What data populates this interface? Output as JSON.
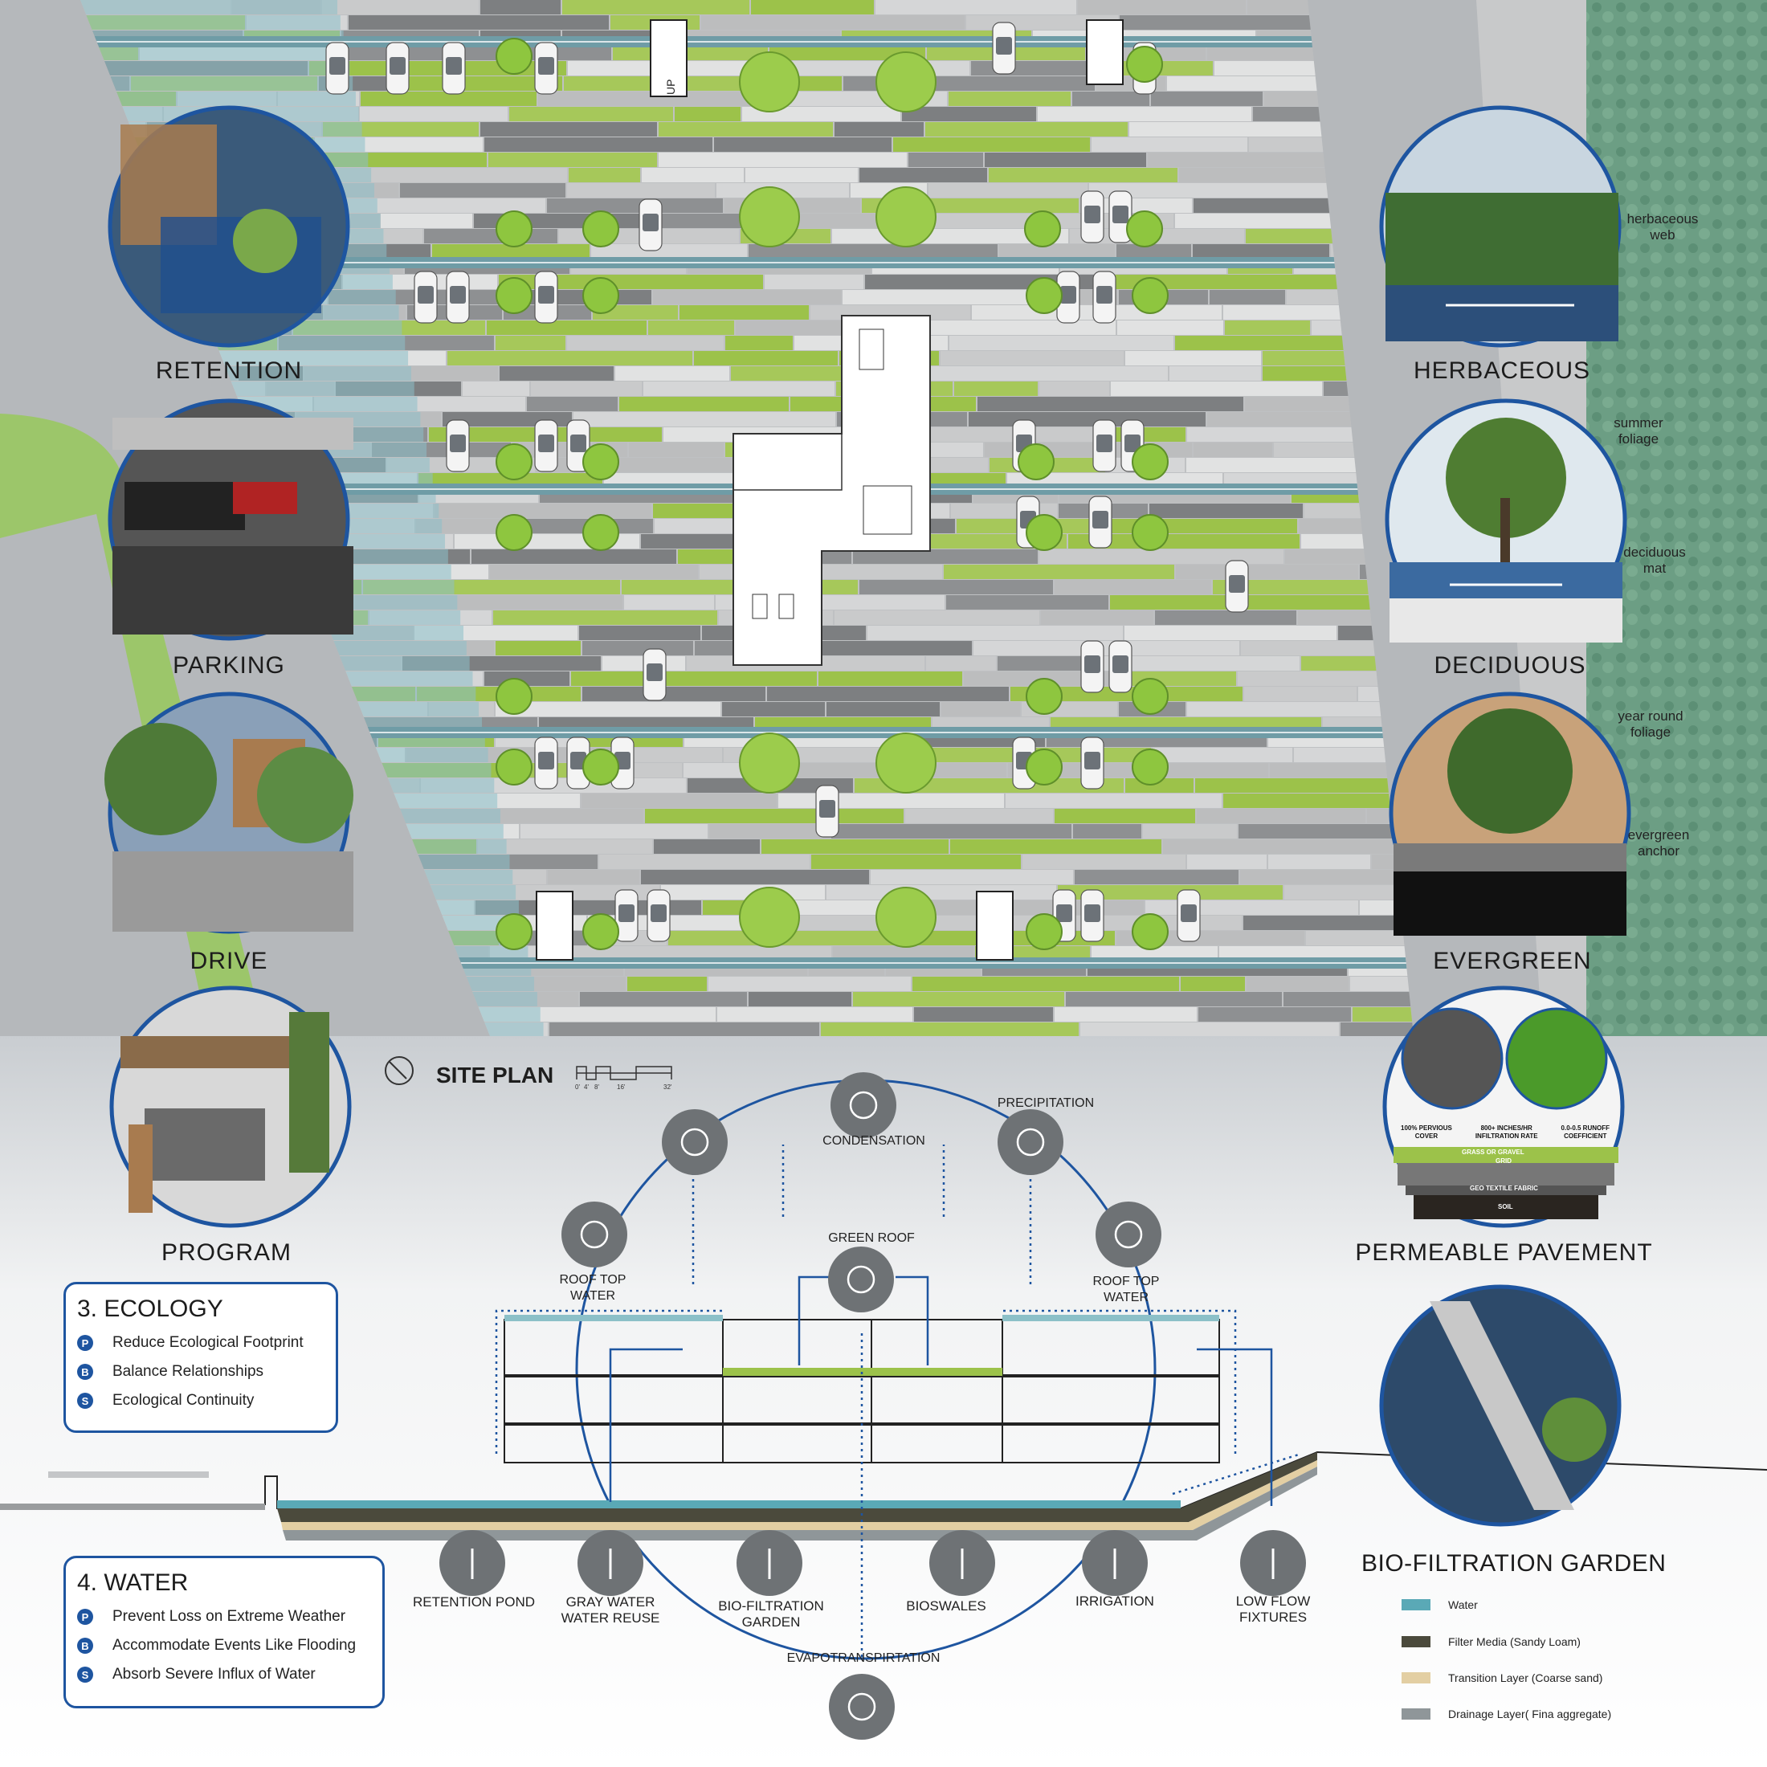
{
  "site_plan": {
    "title": "SITE PLAN",
    "scale_labels": [
      "0'",
      "4'",
      "8'",
      "16'",
      "32'"
    ],
    "stair_label": "UP"
  },
  "left_captions": [
    "RETENTION",
    "PARKING",
    "DRIVE",
    "PROGRAM"
  ],
  "right_captions": [
    "HERBACEOUS",
    "DECIDUOUS",
    "EVERGREEN",
    "PERMEABLE PAVEMENT"
  ],
  "herbaceous": {
    "label": [
      "herbaceous",
      "web"
    ]
  },
  "deciduous": {
    "labels": [
      [
        "summer",
        "foliage"
      ],
      [
        "deciduous",
        "mat"
      ]
    ]
  },
  "evergreen": {
    "labels": [
      [
        "year round",
        "foliage"
      ],
      [
        "evergreen",
        "anchor"
      ]
    ]
  },
  "pavement": {
    "stats": [
      [
        "100% PERVIOUS",
        "COVER"
      ],
      [
        "800+ INCHES/HR",
        "INFILTRATION RATE"
      ],
      [
        "0.0-0.5 RUNOFF",
        "COEFFICIENT"
      ]
    ],
    "layers": [
      "GRASS OR GRAVEL",
      "GRID",
      "GEO TEXTILE FABRIC",
      "SOIL"
    ]
  },
  "ecology": {
    "title": "3. ECOLOGY",
    "items": [
      {
        "badge": "P",
        "text": "Reduce Ecological Footprint"
      },
      {
        "badge": "B",
        "text": "Balance Relationships"
      },
      {
        "badge": "S",
        "text": "Ecological Continuity"
      }
    ]
  },
  "water": {
    "title": "4. WATER",
    "items": [
      {
        "badge": "P",
        "text": "Prevent Loss on Extreme Weather"
      },
      {
        "badge": "B",
        "text": "Accommodate Events Like Flooding"
      },
      {
        "badge": "S",
        "text": "Absorb Severe Influx of Water"
      }
    ]
  },
  "cycle": {
    "condensation": "CONDENSATION",
    "precipitation": "PRECIPITATION",
    "green_roof": "GREEN ROOF",
    "roof_top_left": [
      "ROOF TOP",
      "WATER"
    ],
    "roof_top_right": [
      "ROOF TOP",
      "WATER"
    ],
    "evapotranspiration": "EVAPOTRANSPIRTATION"
  },
  "bottom_icons": [
    [
      "RETENTION POND"
    ],
    [
      "GRAY WATER",
      "WATER REUSE"
    ],
    [
      "BIO-FILTRATION",
      "GARDEN"
    ],
    [
      "BIOSWALES"
    ],
    [
      "IRRIGATION"
    ],
    [
      "LOW FLOW",
      "FIXTURES"
    ]
  ],
  "biofiltration": {
    "title": "BIO-FILTRATION GARDEN",
    "legend": [
      {
        "label": "Water",
        "color": "#5aa9b6"
      },
      {
        "label": "Filter Media (Sandy Loam)",
        "color": "#4b4a3c"
      },
      {
        "label": "Transition Layer (Coarse sand)",
        "color": "#e3cfa3"
      },
      {
        "label": "Drainage Layer( Fina aggregate)",
        "color": "#8f9699"
      }
    ]
  },
  "colors": {
    "accent": "#1e55a0",
    "green": "#9cc24a",
    "teal": "#8cc0c8",
    "grey": "#8a8c8e",
    "river": "#6a9e80"
  }
}
